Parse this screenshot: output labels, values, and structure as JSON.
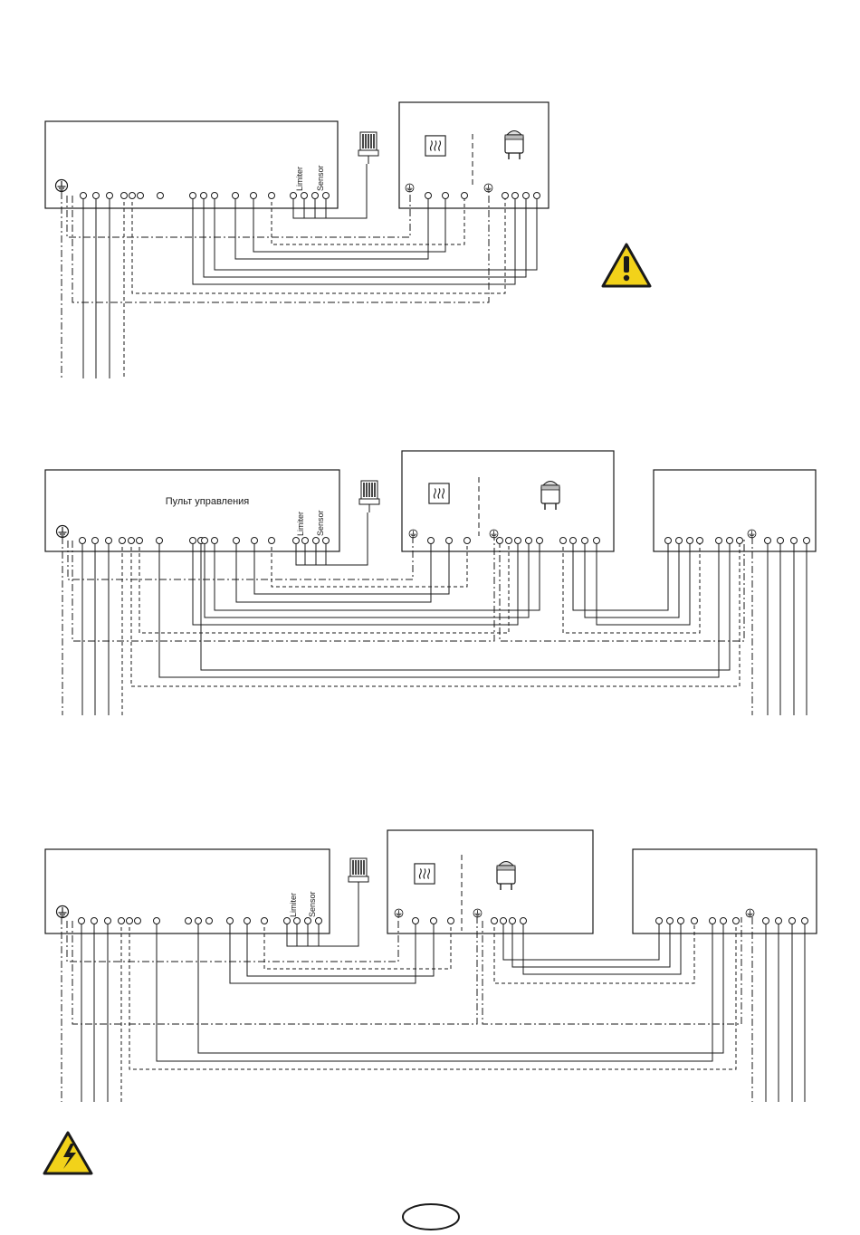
{
  "diagram_1": {
    "limiter_label": "Limiter",
    "sensor_label": "Sensor"
  },
  "diagram_2": {
    "panel_title": "Пульт управления",
    "limiter_label": "Limiter",
    "sensor_label": "Sensor"
  },
  "diagram_3": {
    "limiter_label": "Limiter",
    "sensor_label": "Sensor"
  },
  "icons": {
    "warning": "warning-triangle-icon",
    "high_voltage": "high-voltage-icon",
    "heater": "heater-icon",
    "stove": "sauna-stove-icon",
    "connector": "sensor-connector-icon",
    "ground": "ground-icon"
  },
  "colors": {
    "warning_fill": "#f2d21a",
    "line": "#1a1a1a"
  }
}
